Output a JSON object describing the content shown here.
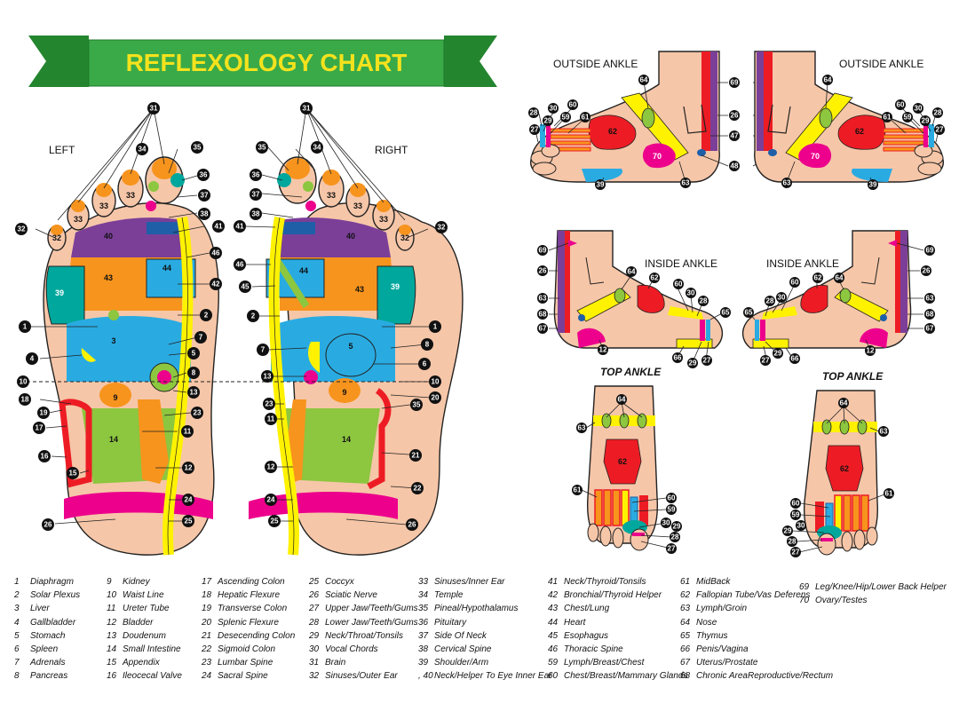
{
  "title": "REFLEXOLOGY CHART",
  "labels": {
    "left": "LEFT",
    "right": "RIGHT",
    "outside_ankle": "OUTSIDE ANKLE",
    "inside_ankle": "INSIDE ANKLE",
    "top_ankle": "TOP ANKLE"
  },
  "colors": {
    "banner": "#2e9b3c",
    "banner_text": "#f4e21d",
    "skin": "#f6c6a8",
    "outline": "#222222",
    "orange": "#f7941d",
    "yellow": "#fff200",
    "purple": "#7b3f98",
    "blue": "#1e5fa8",
    "lightblue": "#29abe2",
    "green": "#8dc63f",
    "teal": "#00a79d",
    "red": "#ed1c24",
    "magenta": "#ec008c",
    "pink": "#f49ac1"
  },
  "legend": [
    [
      {
        "n": "1",
        "t": "Diaphragm"
      },
      {
        "n": "2",
        "t": "Solar Plexus"
      },
      {
        "n": "3",
        "t": "Liver"
      },
      {
        "n": "4",
        "t": "Gallbladder"
      },
      {
        "n": "5",
        "t": "Stomach"
      },
      {
        "n": "6",
        "t": "Spleen"
      },
      {
        "n": "7",
        "t": "Adrenals"
      },
      {
        "n": "8",
        "t": "Pancreas"
      }
    ],
    [
      {
        "n": "9",
        "t": "Kidney"
      },
      {
        "n": "10",
        "t": "Waist Line"
      },
      {
        "n": "11",
        "t": "Ureter Tube"
      },
      {
        "n": "12",
        "t": "Bladder"
      },
      {
        "n": "13",
        "t": "Doudenum"
      },
      {
        "n": "14",
        "t": "Small Intestine"
      },
      {
        "n": "15",
        "t": "Appendix"
      },
      {
        "n": "16",
        "t": "Ileocecal Valve"
      }
    ],
    [
      {
        "n": "17",
        "t": "Ascending Colon"
      },
      {
        "n": "18",
        "t": "Hepatic Flexure"
      },
      {
        "n": "19",
        "t": "Transverse Colon"
      },
      {
        "n": "20",
        "t": "Splenic Flexure"
      },
      {
        "n": "21",
        "t": "Desecending Colon"
      },
      {
        "n": "22",
        "t": "Sigmoid Colon"
      },
      {
        "n": "23",
        "t": "Lumbar Spine"
      },
      {
        "n": "24",
        "t": "Sacral Spine"
      }
    ],
    [
      {
        "n": "25",
        "t": "Coccyx"
      },
      {
        "n": "26",
        "t": "Sciatic Nerve"
      },
      {
        "n": "27",
        "t": "Upper Jaw/Teeth/Gums"
      },
      {
        "n": "28",
        "t": "Lower Jaw/Teeth/Gums"
      },
      {
        "n": "29",
        "t": "Neck/Throat/Tonsils"
      },
      {
        "n": "30",
        "t": "Vocal Chords"
      },
      {
        "n": "31",
        "t": "Brain"
      },
      {
        "n": "32",
        "t": "Sinuses/Outer Ear"
      }
    ],
    [
      {
        "n": "33",
        "t": "Sinuses/Inner Ear"
      },
      {
        "n": "34",
        "t": "Temple"
      },
      {
        "n": "35",
        "t": "Pineal/Hypothalamus"
      },
      {
        "n": "36",
        "t": "Pituitary"
      },
      {
        "n": "37",
        "t": "Side Of Neck"
      },
      {
        "n": "38",
        "t": "Cervical Spine"
      },
      {
        "n": "39",
        "t": "Shoulder/Arm"
      },
      {
        "n": ", 40",
        "t": "Neck/Helper To Eye  Inner Ear"
      }
    ],
    [
      {
        "n": "41",
        "t": "Neck/Thyroid/Tonsils"
      },
      {
        "n": "42",
        "t": "Bronchial/Thyroid Helper"
      },
      {
        "n": "43",
        "t": "Chest/Lung"
      },
      {
        "n": "44",
        "t": "Heart"
      },
      {
        "n": "45",
        "t": "Esophagus"
      },
      {
        "n": "46",
        "t": "Thoracic Spine"
      },
      {
        "n": "59",
        "t": "Lymph/Breast/Chest"
      },
      {
        "n": "60",
        "t": "Chest/Breast/Mammary Glands"
      }
    ],
    [
      {
        "n": "61",
        "t": "MidBack"
      },
      {
        "n": "62",
        "t": "Fallopian Tube/Vas Deferens"
      },
      {
        "n": "63",
        "t": "Lymph/Groin"
      },
      {
        "n": "64",
        "t": "Nose"
      },
      {
        "n": "65",
        "t": "Thymus"
      },
      {
        "n": "66",
        "t": "Penis/Vagina"
      },
      {
        "n": "67",
        "t": "Uterus/Prostate"
      },
      {
        "n": "68",
        "t": "Chronic AreaReproductive/Rectum"
      }
    ],
    [
      {
        "n": "69",
        "t": "Leg/Knee/Hip/Lower Back Helper"
      },
      {
        "n": "70",
        "t": "Ovary/Testes"
      }
    ]
  ],
  "callouts": {
    "left_foot": [
      "31",
      "34",
      "35",
      "36",
      "37",
      "38",
      "41",
      "32",
      "46",
      "42",
      "2",
      "1",
      "7",
      "5",
      "8",
      "4",
      "10",
      "13",
      "18",
      "19",
      "17",
      "16",
      "15",
      "11",
      "23",
      "12",
      "24",
      "25",
      "26"
    ],
    "right_foot": [
      "31",
      "35",
      "36",
      "37",
      "38",
      "41",
      "34",
      "32",
      "46",
      "45",
      "2",
      "7",
      "1",
      "8",
      "6",
      "13",
      "10",
      "20",
      "35",
      "23",
      "11",
      "21",
      "12",
      "22",
      "24",
      "25",
      "26"
    ],
    "zones_left": [
      "32",
      "33",
      "33",
      "33",
      "40",
      "43",
      "44",
      "39",
      "3",
      "9",
      "14"
    ],
    "zones_right": [
      "33",
      "33",
      "33",
      "32",
      "40",
      "44",
      "43",
      "39",
      "5",
      "9",
      "14"
    ],
    "outside_left": [
      "64",
      "28",
      "30",
      "60",
      "29",
      "59",
      "61",
      "27",
      "62",
      "70",
      "39",
      "63"
    ],
    "outside_mid": [
      "69",
      "26",
      "47",
      "48"
    ],
    "outside_right": [
      "64",
      "60",
      "30",
      "28",
      "59",
      "29",
      "61",
      "27",
      "62",
      "70",
      "39",
      "63"
    ],
    "inside_left": [
      "69",
      "26",
      "63",
      "68",
      "67",
      "64",
      "62",
      "60",
      "30",
      "28",
      "65",
      "12",
      "66",
      "29",
      "27"
    ],
    "inside_right": [
      "69",
      "26",
      "63",
      "68",
      "67",
      "64",
      "62",
      "60",
      "30",
      "28",
      "65",
      "12",
      "66",
      "29",
      "27"
    ],
    "top_left": [
      "64",
      "63",
      "62",
      "61",
      "60",
      "59",
      "30",
      "29",
      "28",
      "27"
    ],
    "top_right": [
      "64",
      "63",
      "62",
      "61",
      "60",
      "59",
      "30",
      "29",
      "28",
      "27"
    ]
  }
}
